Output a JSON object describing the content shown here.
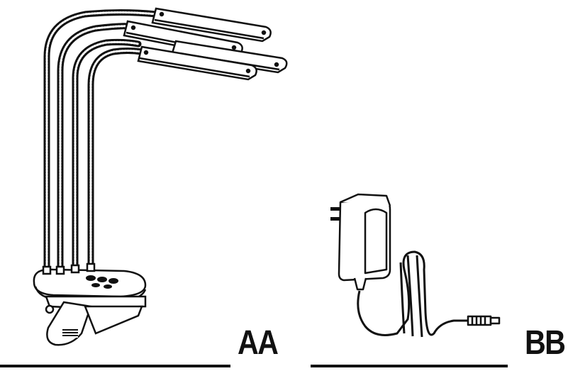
{
  "parts": [
    {
      "id": "lamp",
      "label": "AA",
      "icon": "gooseneck-clip-lamp-icon"
    },
    {
      "id": "adapter",
      "label": "BB",
      "icon": "power-adapter-icon"
    }
  ],
  "colors": {
    "ink": "#111111",
    "paper": "#ffffff"
  }
}
